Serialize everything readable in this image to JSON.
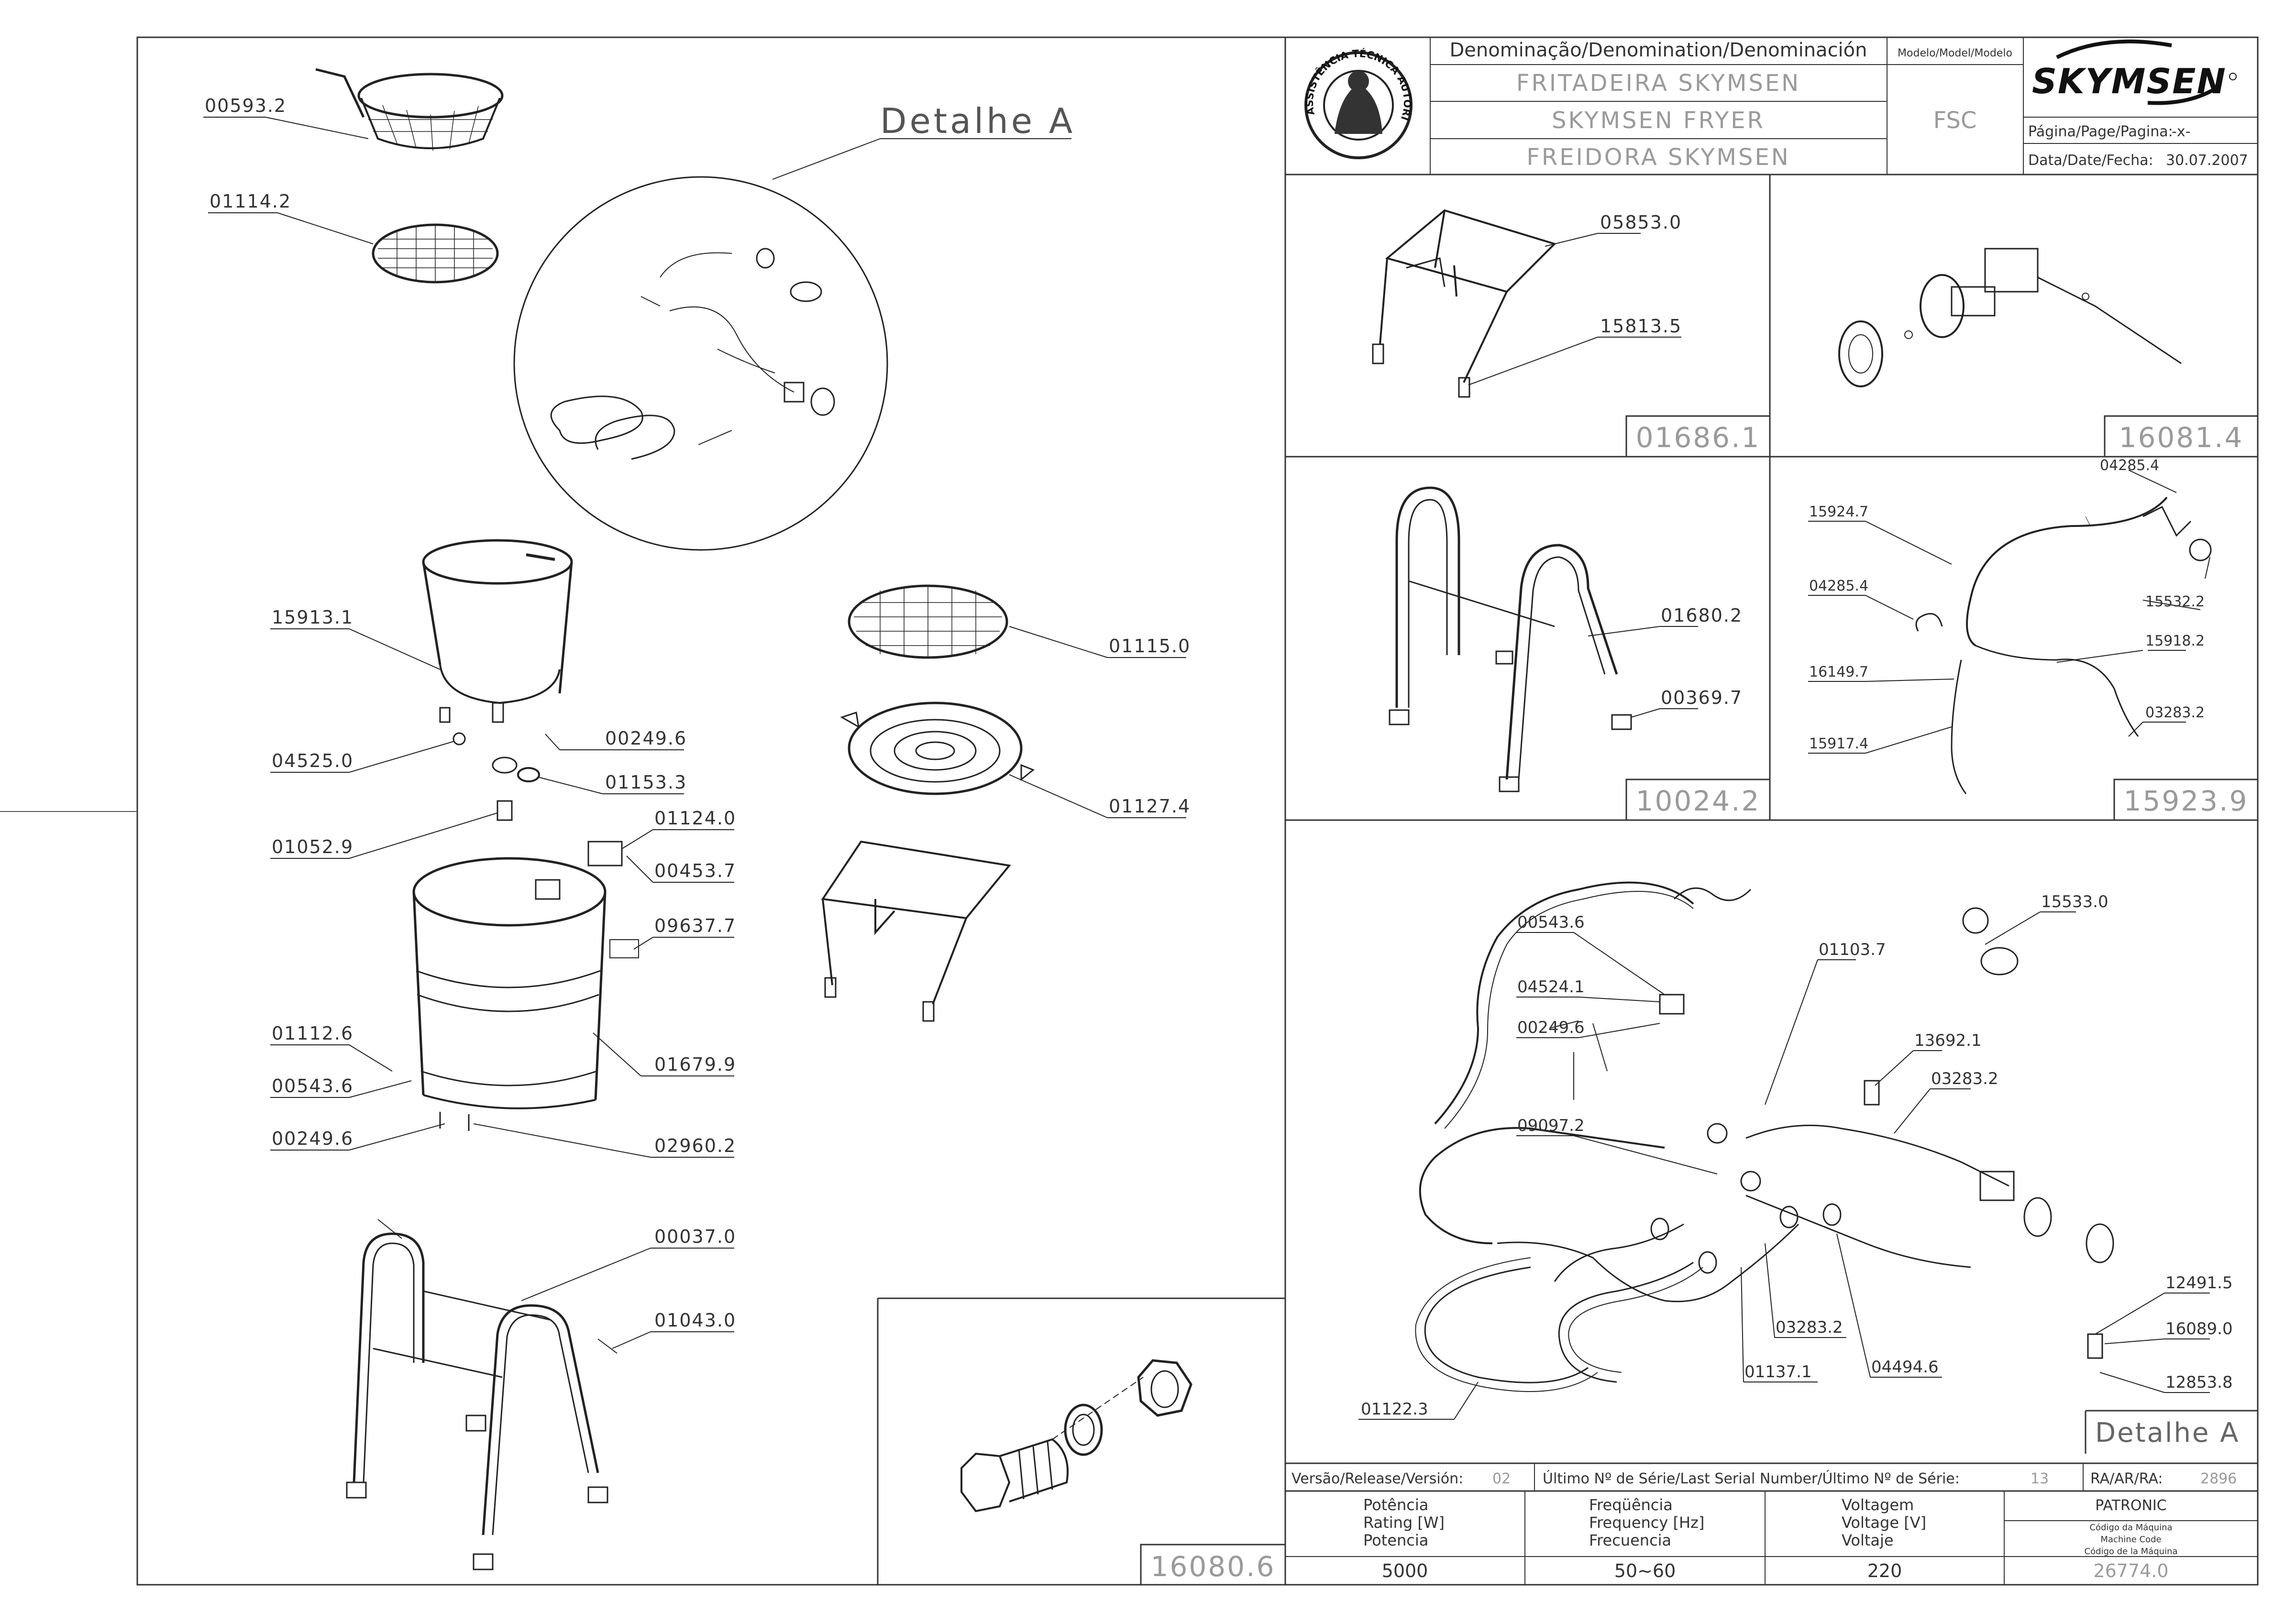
{
  "header": {
    "denomination_title": "Denominação/Denomination/Denominación",
    "name_pt": "FRITADEIRA SKYMSEN",
    "name_en": "SKYMSEN FRYER",
    "name_es": "FREIDORA SKYMSEN",
    "model_title": "Modelo/Model/Modelo",
    "model": "FSC",
    "brand": "SKYMSEN",
    "page_label": "Página/Page/Pagina:",
    "page_value": "-x-",
    "date_label": "Data/Date/Fecha:",
    "date_value": "30.07.2007",
    "logo_text": "ASSISTÊNCIA TÉCNICA AUTORIZADA"
  },
  "main_parts": [
    "00593.2",
    "01114.2",
    "15913.1",
    "00249.6",
    "04525.0",
    "01153.3",
    "01052.9",
    "01124.0",
    "00453.7",
    "09637.7",
    "01112.6",
    "01679.9",
    "00543.6",
    "00249.6",
    "02960.2",
    "00037.0",
    "01043.0",
    "01115.0",
    "01127.4"
  ],
  "detail_a_title": "Detalhe A",
  "kit_16080": {
    "code": "16080.6"
  },
  "kit_01686": {
    "code": "01686.1",
    "parts": [
      "05853.0",
      "15813.5"
    ]
  },
  "kit_16081": {
    "code": "16081.4"
  },
  "kit_10024": {
    "code": "10024.2",
    "parts": [
      "01680.2",
      "00369.7"
    ]
  },
  "kit_15923": {
    "code": "15923.9",
    "parts": [
      "04285.4",
      "15924.7",
      "04285.4",
      "15532.2",
      "15918.2",
      "16149.7",
      "03283.2",
      "15917.4"
    ]
  },
  "detail_panel": {
    "title": "Detalhe A",
    "parts": [
      "00543.6",
      "04524.1",
      "00249.6",
      "01103.7",
      "15533.0",
      "13692.1",
      "03283.2",
      "09097.2",
      "03283.2",
      "01137.1",
      "04494.6",
      "01122.3",
      "12491.5",
      "16089.0",
      "12853.8"
    ]
  },
  "footer": {
    "version_label": "Versão/Release/Versión:",
    "version_value": "02",
    "serial_label": "Último Nº de Série/Last Serial Number/Último Nº de Série:",
    "serial_value": "13",
    "ra_label": "RA/AR/RA:",
    "ra_value": "2896",
    "rating_pt": "Potência",
    "rating_en": "Rating [W]",
    "rating_es": "Potencia",
    "rating_value": "5000",
    "freq_pt": "Freqüência",
    "freq_en": "Frequency [Hz]",
    "freq_es": "Frecuencia",
    "freq_value": "50~60",
    "volt_pt": "Voltagem",
    "volt_en": "Voltage [V]",
    "volt_es": "Voltaje",
    "volt_value": "220",
    "patronic": "PATRONIC",
    "code_pt": "Código da Máquina",
    "code_en": "Machine Code",
    "code_es": "Código de la Máquina",
    "code_value": "26774.0"
  }
}
